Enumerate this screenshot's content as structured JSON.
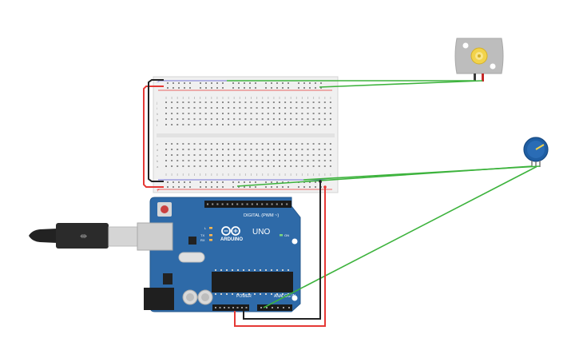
{
  "board": {
    "digital_label": "DIGITAL (PWM ~)",
    "brand": "ARDUINO",
    "model": "UNO",
    "power_label": "POWER",
    "analog_label": "ANALOG IN",
    "led_tx": "TX",
    "led_rx": "RX",
    "led_l": "L",
    "on_label": "ON"
  },
  "breadboard": {
    "row_letters_top": [
      "j",
      "i",
      "h",
      "g",
      "f"
    ],
    "row_letters_bottom": [
      "e",
      "d",
      "c",
      "b",
      "a"
    ]
  },
  "wire_colors": {
    "green": "#3db33d",
    "red": "#e53935",
    "black": "#222222"
  },
  "component_colors": {
    "board_blue": "#2e6aa8",
    "potentiometer": "#1f5ea3",
    "motor_gear": "#f2d34b"
  }
}
